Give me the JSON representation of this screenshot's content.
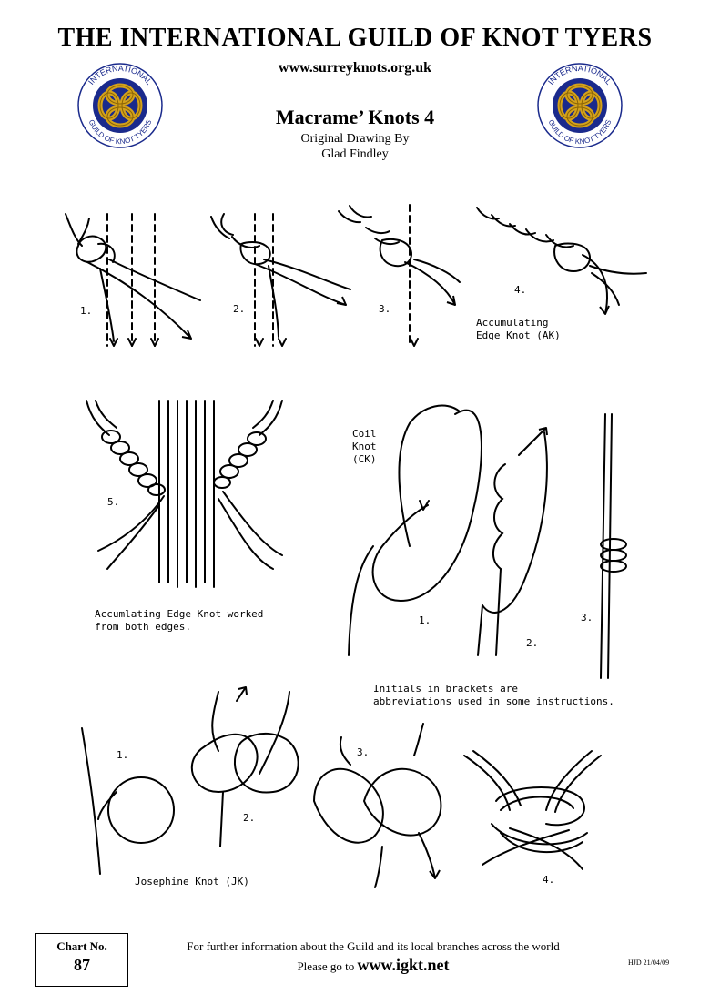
{
  "header": {
    "title": "THE INTERNATIONAL GUILD OF KNOT TYERS",
    "website": "www.surreyknots.org.uk",
    "logo_text_top": "INTERNATIONAL",
    "logo_text_bottom": "GUILD OF KNOT TYERS"
  },
  "sheet": {
    "title": "Macrame’ Knots 4",
    "credit_line1": "Original Drawing By",
    "credit_line2": "Glad Findley"
  },
  "panels": {
    "accumulating": {
      "step1": "1.",
      "step2": "2.",
      "step3": "3.",
      "step4": "4.",
      "caption_line1": "Accumulating",
      "caption_line2": "Edge Knot (AK)"
    },
    "both_edges": {
      "step5": "5.",
      "caption_line1": "Accumlating Edge Knot worked",
      "caption_line2": "from both edges."
    },
    "coil": {
      "label_line1": "Coil",
      "label_line2": "Knot",
      "label_line3": "(CK)",
      "step1": "1.",
      "step2": "2.",
      "step3": "3.",
      "note_line1": "Initials in brackets are",
      "note_line2": "abbreviations used in some instructions."
    },
    "josephine": {
      "step1": "1.",
      "step2": "2.",
      "step3": "3.",
      "step4": "4.",
      "caption": "Josephine Knot (JK)"
    }
  },
  "footer": {
    "chart_label": "Chart No.",
    "chart_number": "87",
    "info_line": "For further information about the Guild and its local branches across the world",
    "go_to": "Please go to",
    "url": "www.igkt.net",
    "code": "HJD 21/04/09"
  }
}
